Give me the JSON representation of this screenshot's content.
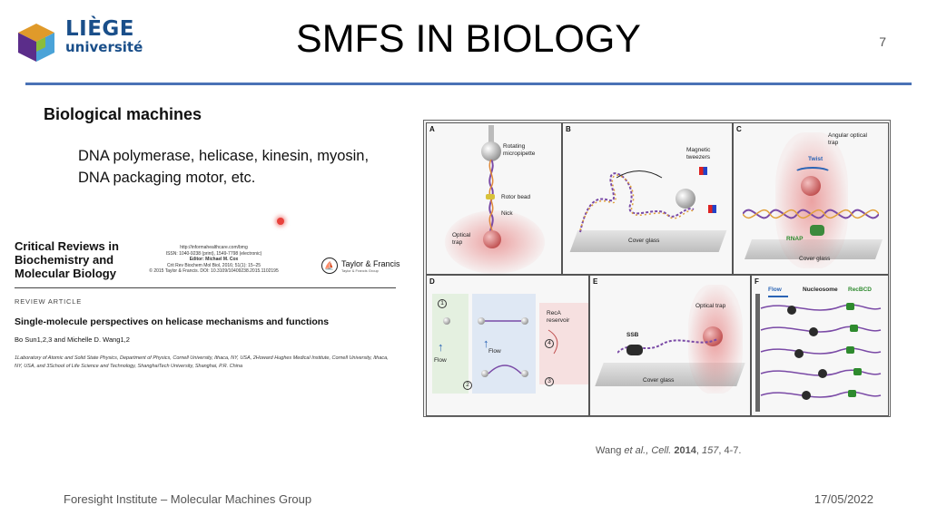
{
  "header": {
    "logo": {
      "name": "LIÈGE",
      "subtitle": "université",
      "icon": "uliege-cube-logo",
      "colors": [
        "#1a4f8a",
        "#e09a2a",
        "#5b2d8a",
        "#4aa3d8",
        "#8bbd3a"
      ]
    },
    "title": "SMFS IN BIOLOGY",
    "slide_number": "7",
    "rule_color": "#4a72b6"
  },
  "content": {
    "heading": "Biological machines",
    "enzymes": "DNA polymerase, helicase, kinesin, myosin, DNA packaging motor, etc."
  },
  "paper": {
    "journal": "Critical Reviews in Biochemistry and Molecular Biology",
    "meta": [
      "http://informahealthcare.com/bmg",
      "ISSN: 1040-9238 (print), 1549-7798 (electronic)",
      "Editor: Michael M. Cox",
      "Crit Rev Biochem Mol Biol, 2016; 51(1): 15–25",
      "© 2015 Taylor & Francis. DOI: 10.3109/10409238.2015.1102195"
    ],
    "publisher": "Taylor & Francis",
    "publisher_group": "Taylor & Francis Group",
    "section": "REVIEW ARTICLE",
    "title": "Single-molecule perspectives on helicase mechanisms and functions",
    "authors": "Bo Sun1,2,3 and Michelle D. Wang1,2",
    "affiliations": "1Laboratory of Atomic and Solid State Physics, Department of Physics, Cornell University, Ithaca, NY, USA, 2Howard Hughes Medical Institute, Cornell University, Ithaca, NY, USA, and 3School of Life Science and Technology, ShanghaiTech University, Shanghai, P.R. China"
  },
  "figure": {
    "panels": {
      "A": {
        "letter": "A",
        "labels": [
          "Rotating micropipette",
          "Rotor bead",
          "Nick",
          "Optical trap"
        ]
      },
      "B": {
        "letter": "B",
        "labels": [
          "Magnetic tweezers",
          "Cover glass"
        ]
      },
      "C": {
        "letter": "C",
        "labels": [
          "Angular optical trap",
          "Twist",
          "RNAP",
          "Cover glass"
        ]
      },
      "D": {
        "letter": "D",
        "labels": [
          "Flow",
          "Flow",
          "RecA reservoir",
          "1",
          "2",
          "3",
          "4"
        ]
      },
      "E": {
        "letter": "E",
        "labels": [
          "SSB",
          "Optical trap",
          "Cover glass"
        ]
      },
      "F": {
        "letter": "F",
        "labels": [
          "Flow",
          "Nucleosome",
          "RecBCD"
        ]
      }
    }
  },
  "citation": {
    "authors": "Wang",
    "etal": " et al.,",
    "journal": " Cell.",
    "year": " 2014",
    "volume": " 157",
    "pages": ", 4-7."
  },
  "footer": {
    "left": "Foresight Institute – Molecular Machines Group",
    "right": "17/05/2022"
  }
}
